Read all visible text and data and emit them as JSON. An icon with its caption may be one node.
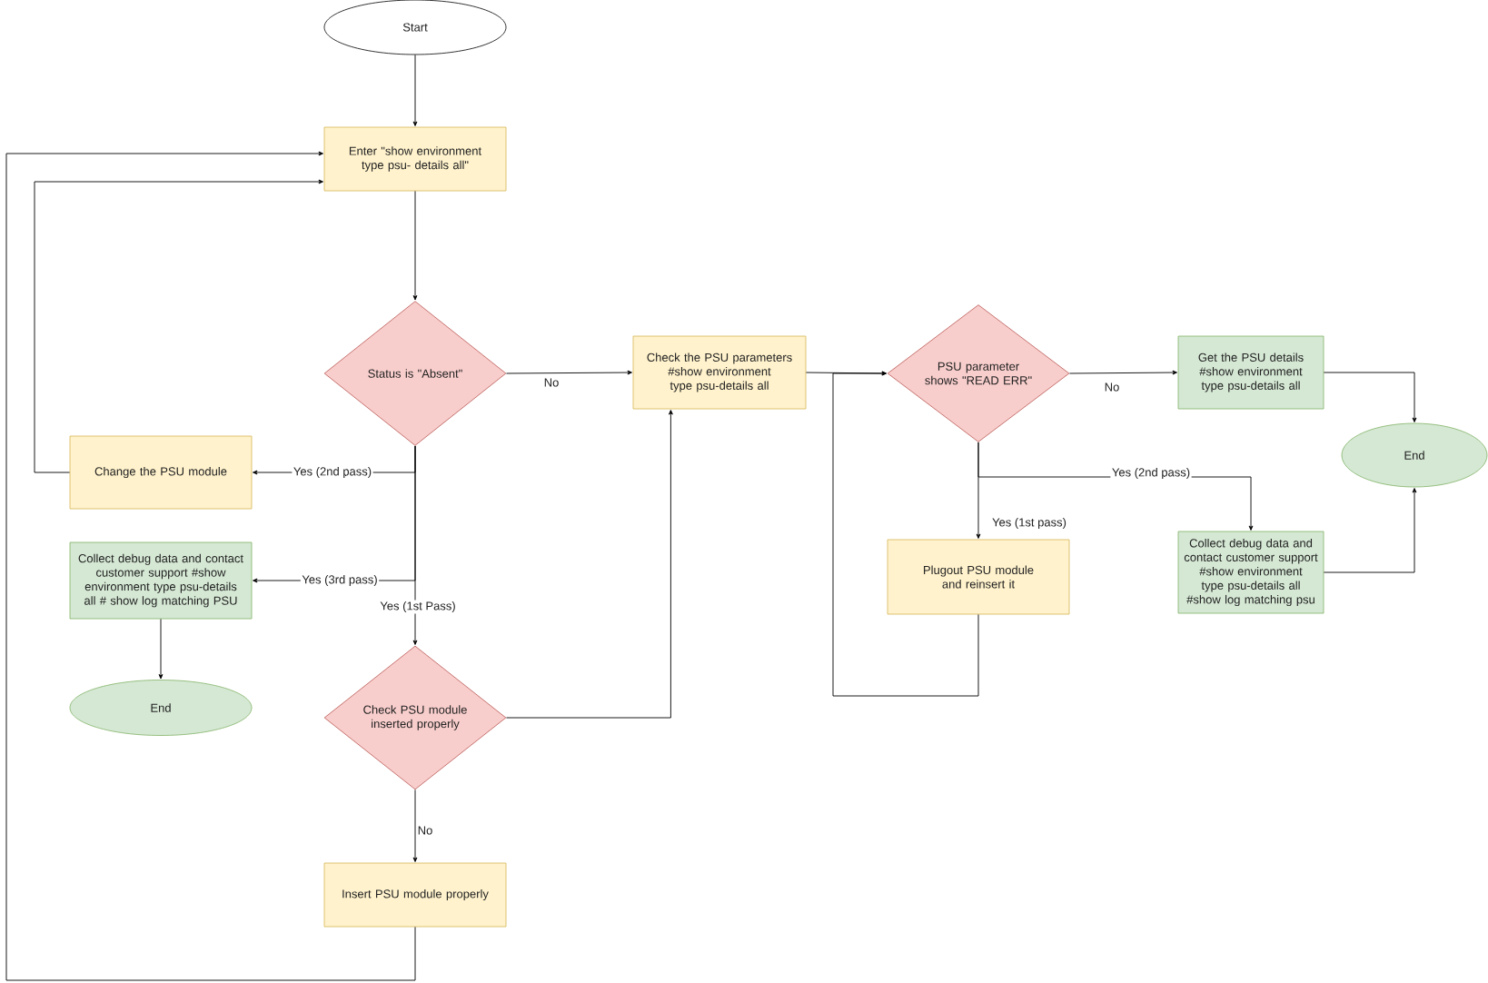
{
  "diagram": {
    "nodes": [
      {
        "text": [
          "Start"
        ]
      },
      {
        "text": [
          "Enter \"show environment type psu- details all\""
        ]
      },
      {
        "text": [
          "Status is \"Absent\""
        ]
      },
      {
        "text": [
          "Check the PSU parameters #show environment type psu-details all"
        ]
      },
      {
        "text": [
          "PSU parameter shows \"READ ERR\""
        ]
      },
      {
        "text": [
          "Get the PSU details #show environment type psu-details all"
        ]
      },
      {
        "text": [
          "End"
        ]
      },
      {
        "text": [
          "Change the PSU module"
        ]
      },
      {
        "text": [
          "Collect debug data and contact customer support #show environment type psu-details all # show log matching PSU"
        ]
      },
      {
        "text": [
          "End"
        ]
      },
      {
        "text": [
          "Plugout PSU module and reinsert it"
        ]
      },
      {
        "text": [
          "Collect debug data and contact customer support #show environment  type psu-details all #show log matching psu"
        ]
      },
      {
        "text": [
          "Check PSU module inserted properly"
        ]
      },
      {
        "text": [
          "Insert PSU module properly"
        ]
      }
    ],
    "edges": [
      {
        "from": 0,
        "to": 1,
        "arrow": "to"
      },
      {
        "from": 1,
        "to": 2,
        "arrow": "to"
      },
      {
        "from": 2,
        "to": 3,
        "arrow": "to",
        "label": "No"
      },
      {
        "from": 3,
        "to": 4,
        "arrow": "to"
      },
      {
        "from": 4,
        "to": 5,
        "arrow": "to",
        "label": "No"
      },
      {
        "from": 5,
        "to": 6,
        "arrow": "to"
      },
      {
        "from": 4,
        "to": 10,
        "arrow": "to",
        "label": "Yes (1st pass)"
      },
      {
        "from": 4,
        "to": 11,
        "arrow": "to",
        "label": "Yes (2nd pass)"
      },
      {
        "from": 11,
        "to": 6,
        "arrow": "to"
      },
      {
        "from": 10,
        "to": 4,
        "arrow": "to"
      },
      {
        "from": 2,
        "to": 7,
        "arrow": "to",
        "label": "Yes (2nd pass)"
      },
      {
        "from": 2,
        "to": 8,
        "arrow": "to",
        "label": "Yes (3rd pass)"
      },
      {
        "from": 2,
        "to": 12,
        "arrow": "to",
        "label": "Yes (1st Pass)"
      },
      {
        "from": 8,
        "to": 9,
        "arrow": "to"
      },
      {
        "from": 12,
        "to": 3,
        "arrow": "to"
      },
      {
        "from": 12,
        "to": 13,
        "arrow": "to",
        "label": "No"
      },
      {
        "from": 13,
        "to": 1,
        "arrow": "to"
      },
      {
        "from": 7,
        "to": 1,
        "arrow": "to"
      }
    ]
  }
}
